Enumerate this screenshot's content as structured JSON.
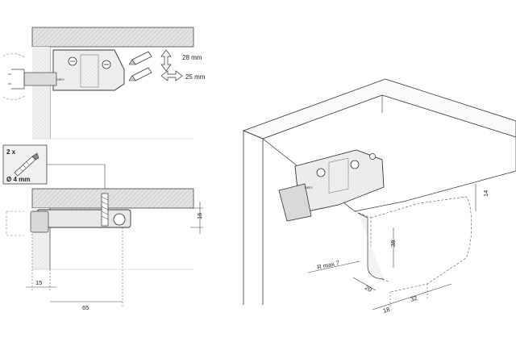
{
  "top_view": {
    "height_adjust": "28 mm",
    "depth_adjust": "25 mm"
  },
  "screw_spec": {
    "count": "2 x",
    "diameter": "Ø 4 mm"
  },
  "side_view": {
    "dim_height": "16",
    "dim_front": "15",
    "dim_depth": "65"
  },
  "iso_view": {
    "dim_14": "14",
    "dim_38": "38",
    "dim_radius": "R max 7",
    "dim_20": "20",
    "dim_18": "18",
    "dim_32": "32"
  },
  "brand": {
    "name": "GREY"
  }
}
